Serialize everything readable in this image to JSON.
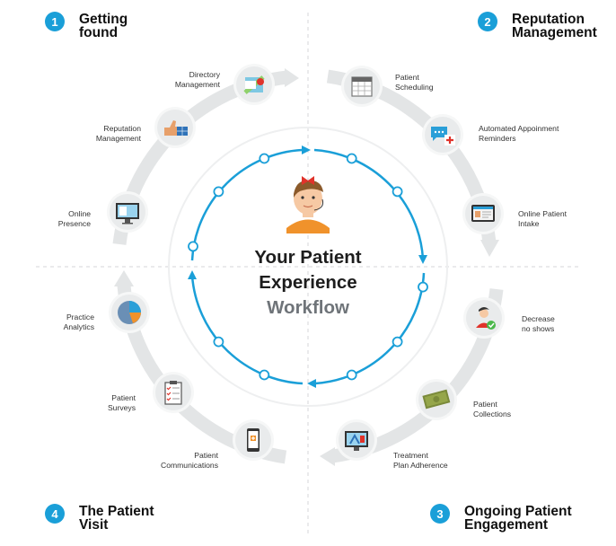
{
  "corners": [
    {
      "num": "1",
      "line1": "Getting",
      "line2": "found"
    },
    {
      "num": "2",
      "line1": "Reputation",
      "line2": "Management"
    },
    {
      "num": "3",
      "line1": "Ongoing Patient",
      "line2": "Engagement"
    },
    {
      "num": "4",
      "line1": "The Patient",
      "line2": "Visit"
    }
  ],
  "center": {
    "line1": "Your Patient",
    "line2": "Experience",
    "line3": "Workflow"
  },
  "steps": [
    {
      "line1": "Directory",
      "line2": "Management",
      "icon": "map-icon"
    },
    {
      "line1": "Patient",
      "line2": "Scheduling",
      "icon": "calendar-icon"
    },
    {
      "line1": "Reputation",
      "line2": "Management",
      "icon": "thumbs-up-icon"
    },
    {
      "line1": "Automated Appoinment",
      "line2": "Reminders",
      "icon": "chat-bubble-icon"
    },
    {
      "line1": "Online",
      "line2": "Presence",
      "icon": "monitor-icon"
    },
    {
      "line1": "Online Patient",
      "line2": "Intake",
      "icon": "tablet-icon"
    },
    {
      "line1": "Practice",
      "line2": "Analytics",
      "icon": "pie-chart-icon"
    },
    {
      "line1": "Decrease",
      "line2": "no shows",
      "icon": "patient-check-icon"
    },
    {
      "line1": "Patient",
      "line2": "Surveys",
      "icon": "clipboard-icon"
    },
    {
      "line1": "Patient",
      "line2": "Collections",
      "icon": "money-icon"
    },
    {
      "line1": "Patient",
      "line2": "Communications",
      "icon": "smartphone-icon"
    },
    {
      "line1": "Treatment",
      "line2": "Plan Adherence",
      "icon": "treatment-monitor-icon"
    }
  ],
  "colors": {
    "accent": "#1a9fd8",
    "ring": "#e3e5e6",
    "icon_bg": "#e9ebec",
    "orange": "#f0922b"
  }
}
